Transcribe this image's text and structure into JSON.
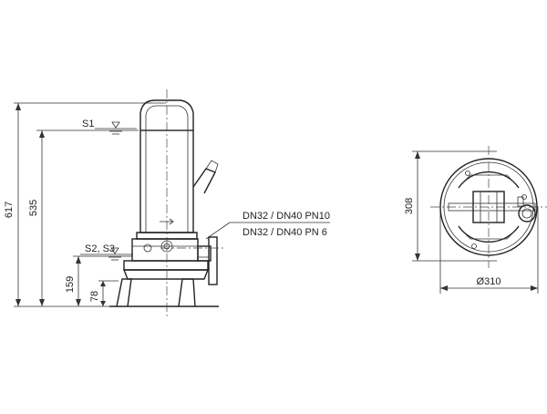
{
  "side_view": {
    "dim_617": "617",
    "dim_535": "535",
    "dim_159": "159",
    "dim_78": "78",
    "level_s1": "S1",
    "level_s2_s3": "S2, S3",
    "flange_line_1": "DN32 / DN40 PN10",
    "flange_line_2": "DN32 / DN40 PN 6"
  },
  "top_view": {
    "dim_308": "308",
    "dim_diameter": "Ø310"
  }
}
